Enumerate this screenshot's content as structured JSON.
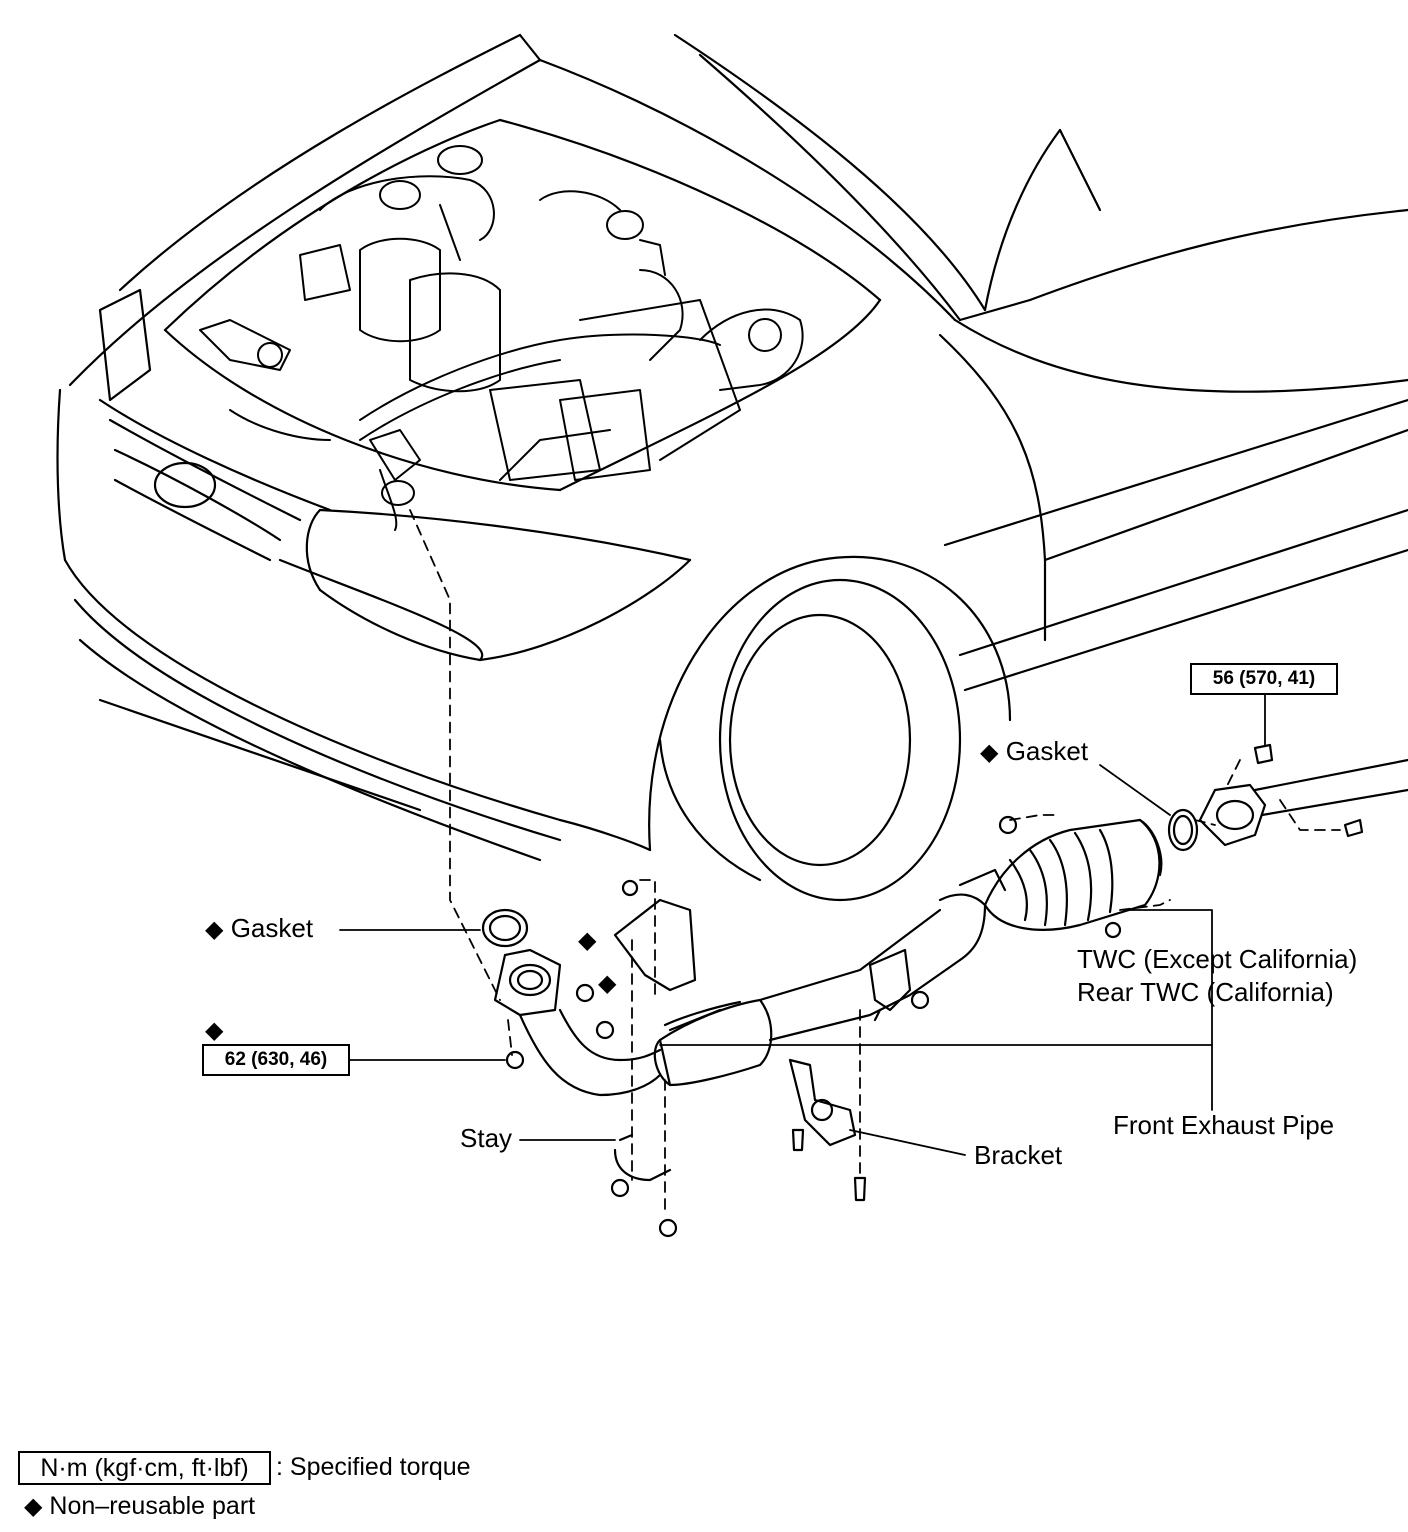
{
  "symbols": {
    "diamond": "◆"
  },
  "labels": {
    "gasket_right": "Gasket",
    "gasket_left": "Gasket",
    "twc_line1": "TWC (Except California)",
    "twc_line2": "Rear TWC (California)",
    "front_exhaust_pipe": "Front Exhaust Pipe",
    "stay": "Stay",
    "bracket": "Bracket"
  },
  "torques": {
    "rear_flange": "56 (570, 41)",
    "front_flange": "62 (630, 46)"
  },
  "legend": {
    "torque_units": "N·m (kgf·cm, ft·lbf)",
    "torque_desc": ": Specified torque",
    "nonreusable_desc": "Non–reusable part"
  },
  "colors": {
    "ink": "#000000",
    "paper": "#ffffff"
  }
}
